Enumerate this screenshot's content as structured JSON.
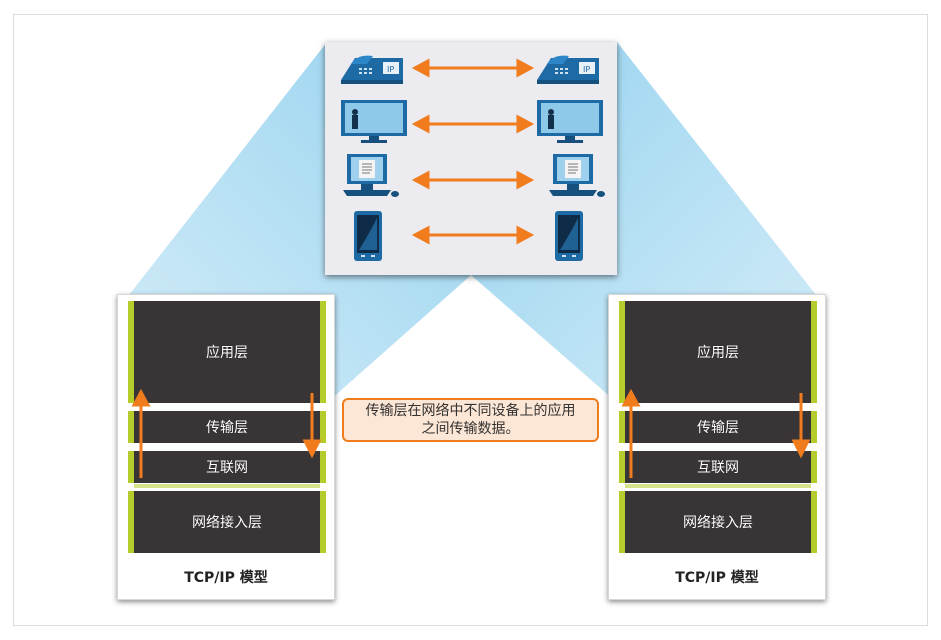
{
  "tcp_ip_models": [
    {
      "side": "left",
      "layers": [
        "应用层",
        "传输层",
        "互联网",
        "网络接入层"
      ],
      "title": "TCP/IP 模型"
    },
    {
      "side": "right",
      "layers": [
        "应用层",
        "传输层",
        "互联网",
        "网络接入层"
      ],
      "title": "TCP/IP 模型"
    }
  ],
  "callout": {
    "line1": "传输层在网络中不同设备上的应用",
    "line2": "之间传输数据。"
  },
  "devices": [
    {
      "icon": "ip-phone-icon",
      "label": "IP"
    },
    {
      "icon": "video-monitor-icon"
    },
    {
      "icon": "desktop-computer-icon"
    },
    {
      "icon": "smartphone-icon"
    }
  ],
  "colors": {
    "layer_bg": "#393536",
    "layer_edge": "#b5cc2a",
    "arrow": "#f07c1d",
    "beam": "#9fd6ee",
    "device_blue": "#1e6aa5"
  }
}
